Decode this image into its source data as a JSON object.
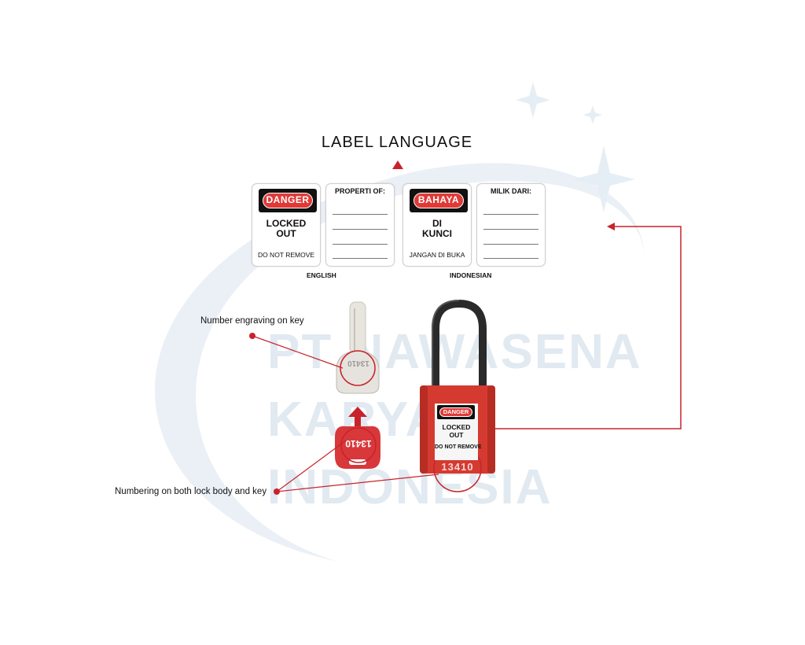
{
  "watermark": {
    "line1": "PT NAWASENA",
    "line2": "KARYA",
    "line3": "INDONESIA"
  },
  "title": "LABEL  LANGUAGE",
  "labels": {
    "english": {
      "danger_badge": "DANGER",
      "main_line1": "LOCKED",
      "main_line2": "OUT",
      "sub": "DO NOT REMOVE",
      "property_heading": "PROPERTI OF:",
      "language": "ENGLISH"
    },
    "indonesian": {
      "danger_badge": "BAHAYA",
      "main_line1": "DI",
      "main_line2": "KUNCI",
      "sub": "JANGAN DI BUKA",
      "property_heading": "MILIK DARI:",
      "language": "INDONESIAN"
    }
  },
  "callouts": {
    "key_engraving": "Number engraving on key",
    "numbering": "Numbering on both lock body and key"
  },
  "padlock": {
    "badge": "DANGER",
    "main_line1": "LOCKED",
    "main_line2": "OUT",
    "sub": "DO NOT REMOVE",
    "number": "13410"
  },
  "keys": {
    "silver_key_number": "13410",
    "red_key_number": "13410"
  },
  "colors": {
    "accent_red": "#c8232c",
    "lock_body": "#d53a30",
    "watermark": "#e1e9f1"
  }
}
